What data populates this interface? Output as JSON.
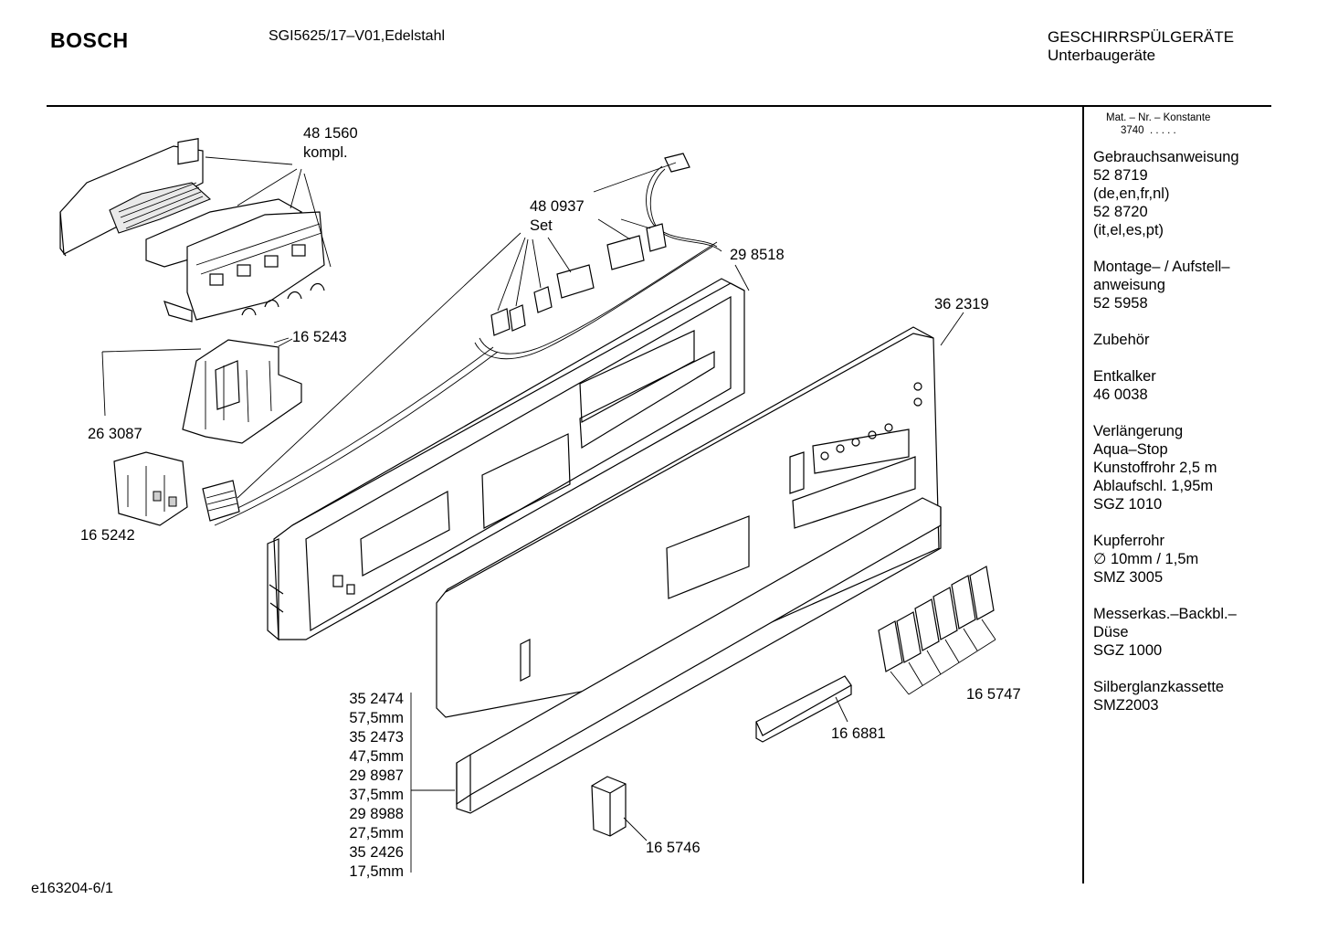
{
  "header": {
    "brand": "BOSCH",
    "model": "SGI5625/17–V01,Edelstahl",
    "category_line1": "GESCHIRRSPÜLGERÄTE",
    "category_line2": "Unterbaugeräte"
  },
  "sidebar": {
    "mat_label": "Mat. – Nr. – Konstante",
    "mat_value": "3740",
    "mat_dots": ". . . . .",
    "groups": [
      {
        "lines": [
          "Gebrauchsanweisung",
          "52 8719",
          "(de,en,fr,nl)",
          "52 8720",
          "(it,el,es,pt)"
        ]
      },
      {
        "lines": [
          "Montage– / Aufstell–",
          "anweisung",
          "52 5958"
        ]
      },
      {
        "lines": [
          "Zubehör"
        ]
      },
      {
        "lines": [
          "Entkalker",
          "46 0038"
        ]
      },
      {
        "lines": [
          "Verlängerung",
          "Aqua–Stop",
          "Kunstoffrohr 2,5 m",
          "Ablaufschl. 1,95m",
          "SGZ 1010"
        ]
      },
      {
        "lines": [
          "Kupferrohr",
          "∅ 10mm / 1,5m",
          "SMZ 3005"
        ]
      },
      {
        "lines": [
          "Messerkas.–Backbl.–",
          "Düse",
          "SGZ 1000"
        ]
      },
      {
        "lines": [
          "Silberglanzkassette",
          "SMZ2003"
        ]
      }
    ]
  },
  "parts": {
    "p481560": "48 1560",
    "p481560_sub": "kompl.",
    "p480937": "48 0937",
    "p480937_sub": "Set",
    "p298518": "29 8518",
    "p362319": "36 2319",
    "p165243": "16 5243",
    "p263087": "26 3087",
    "p165242": "16 5242",
    "p165747": "16 5747",
    "p166881": "16 6881",
    "p165746": "16 5746"
  },
  "sizes": [
    "35 2474",
    "57,5mm",
    "35 2473",
    "47,5mm",
    "29 8987",
    "37,5mm",
    "29 8988",
    "27,5mm",
    "35 2426",
    "17,5mm"
  ],
  "footer": {
    "code": "e163204-6/1"
  }
}
